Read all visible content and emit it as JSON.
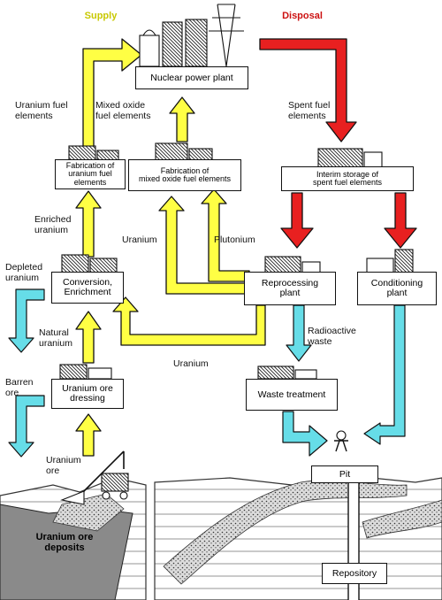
{
  "headers": {
    "supply": "Supply",
    "disposal": "Disposal",
    "supply_color": "#c8c800",
    "disposal_color": "#cc1111"
  },
  "colors": {
    "supply_arrow": "#ffff44",
    "disposal_arrow": "#e82020",
    "waste_arrow": "#66dde8",
    "ground": "#8a8a8a"
  },
  "facilities": {
    "nuclear_power_plant": "Nuclear power plant",
    "fab_uranium": "Fabrication of\nuranium fuel\nelements",
    "fab_mox": "Fabrication of\nmixed oxide fuel elements",
    "interim_storage": "Interim storage of\nspent fuel elements",
    "conversion": "Conversion,\nEnrichment",
    "reprocessing": "Reprocessing\nplant",
    "conditioning": "Conditioning\nplant",
    "ore_dressing": "Uranium ore\ndressing",
    "waste_treatment": "Waste treatment",
    "pit": "Pit",
    "repository": "Repository"
  },
  "flows": {
    "uranium_fuel_elements": "Uranium fuel\nelements",
    "mox_fuel_elements": "Mixed oxide\nfuel elements",
    "spent_fuel_elements": "Spent fuel\nelements",
    "enriched_uranium": "Enriched\nuranium",
    "uranium_mid": "Uranium",
    "plutonium": "Plutonium",
    "depleted_uranium": "Depleted\nuranium",
    "natural_uranium": "Natural\nuranium",
    "radioactive_waste": "Radioactive\nwaste",
    "uranium_bottom": "Uranium",
    "barren_ore": "Barren\nore",
    "uranium_ore": "Uranium\nore",
    "uranium_ore_deposits": "Uranium ore\ndeposits"
  }
}
